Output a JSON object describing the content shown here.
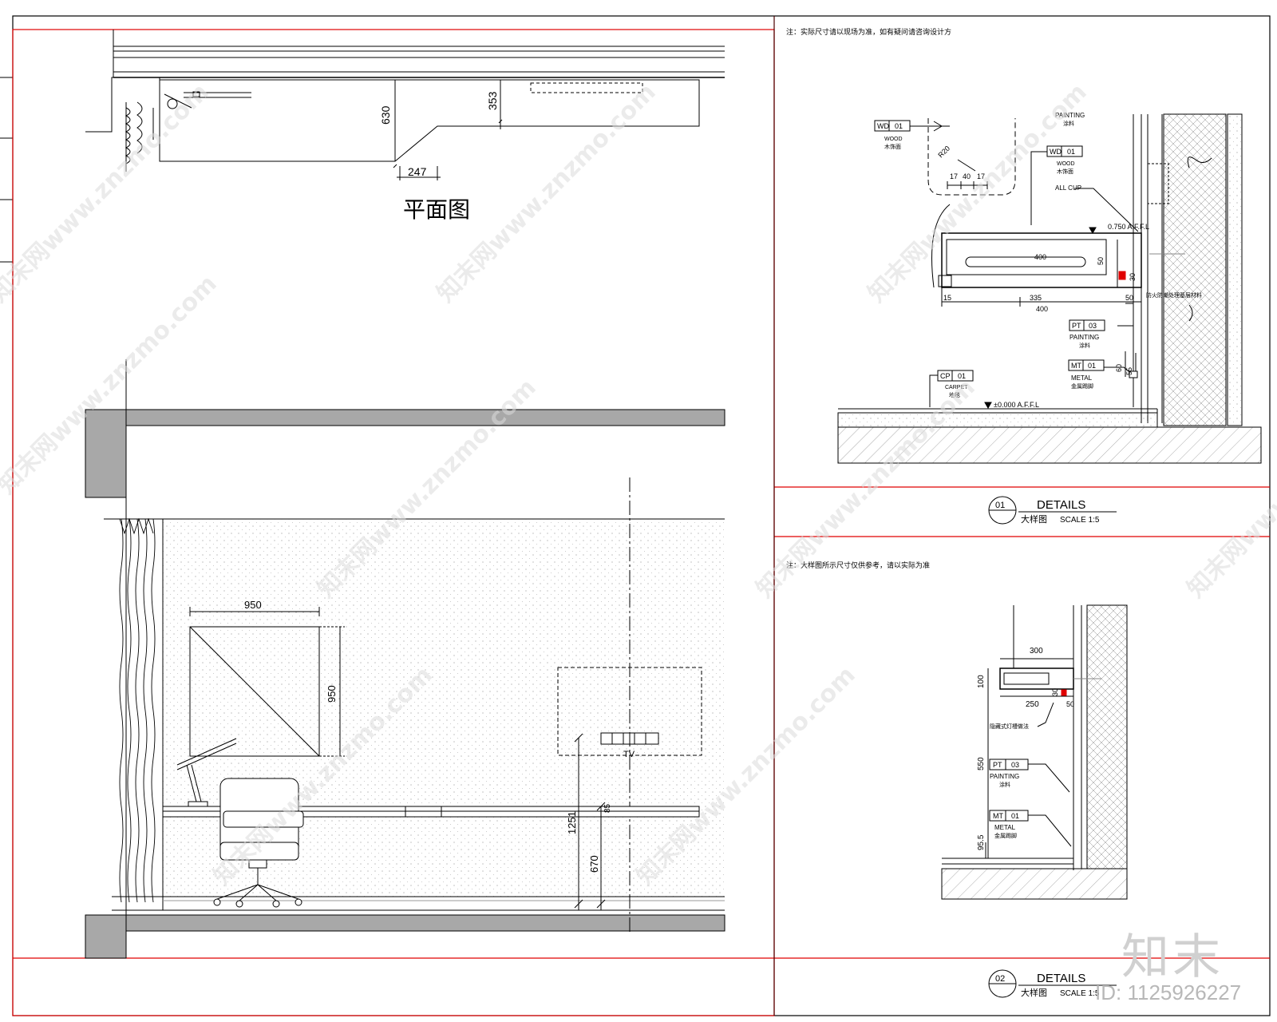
{
  "plan": {
    "title": "平面图",
    "dims": [
      "630",
      "353",
      "247"
    ]
  },
  "elevation": {
    "dims": [
      "950",
      "950",
      "1251",
      "670",
      "85"
    ],
    "tv_label": "TV"
  },
  "detail1": {
    "note": "注：实际尺寸请以现场为准，如有疑问请咨询设计方",
    "callouts": [
      {
        "code": "WD",
        "num": "01",
        "name": "WOOD",
        "cn": "木饰面"
      },
      {
        "code": "WD",
        "num": "01",
        "name": "WOOD",
        "cn": "木饰面"
      },
      {
        "code": "PT",
        "num": "03",
        "name": "PAINTING",
        "cn": "涂料"
      },
      {
        "code": "MT",
        "num": "01",
        "name": "METAL",
        "cn": "金属踢脚"
      },
      {
        "code": "CP",
        "num": "01",
        "name": "CARPET",
        "cn": "地毯"
      }
    ],
    "top_label": "PAINTING",
    "top_label_cn": "涂料",
    "dims": [
      "R20",
      "17",
      "40",
      "17",
      "400",
      "50",
      "30",
      "15",
      "335",
      "400",
      "50",
      "60",
      "55"
    ],
    "level_top": "0.750 A.F.F.L",
    "level_floor": "±0.000 A.F.F.L",
    "misc_note": "ALL CUP",
    "side_note": "防火防潮处理基层材料",
    "label_no": "01",
    "label_title": "DETAILS",
    "label_cn": "大样图",
    "label_scale": "SCALE  1:5"
  },
  "detail2": {
    "note": "注：大样图所示尺寸仅供参考，请以实际为准",
    "dims": [
      "300",
      "100",
      "250",
      "50",
      "30",
      "550",
      "95.5"
    ],
    "callouts": [
      {
        "code": "PT",
        "num": "03",
        "name": "PAINTING",
        "cn": "涂料"
      },
      {
        "code": "MT",
        "num": "01",
        "name": "METAL",
        "cn": "金属踢脚"
      }
    ],
    "side_note": "隐藏式灯槽做法",
    "label_no": "02",
    "label_title": "DETAILS",
    "label_cn": "大样图",
    "label_scale": "SCALE  1:5"
  },
  "watermark": "知末网www.znzmo.com",
  "brand": "知末",
  "id_text": "ID: 1125926227",
  "colors": {
    "frame_red": "#e00000",
    "line": "#000000",
    "fill_grey": "#a8a8a8"
  }
}
